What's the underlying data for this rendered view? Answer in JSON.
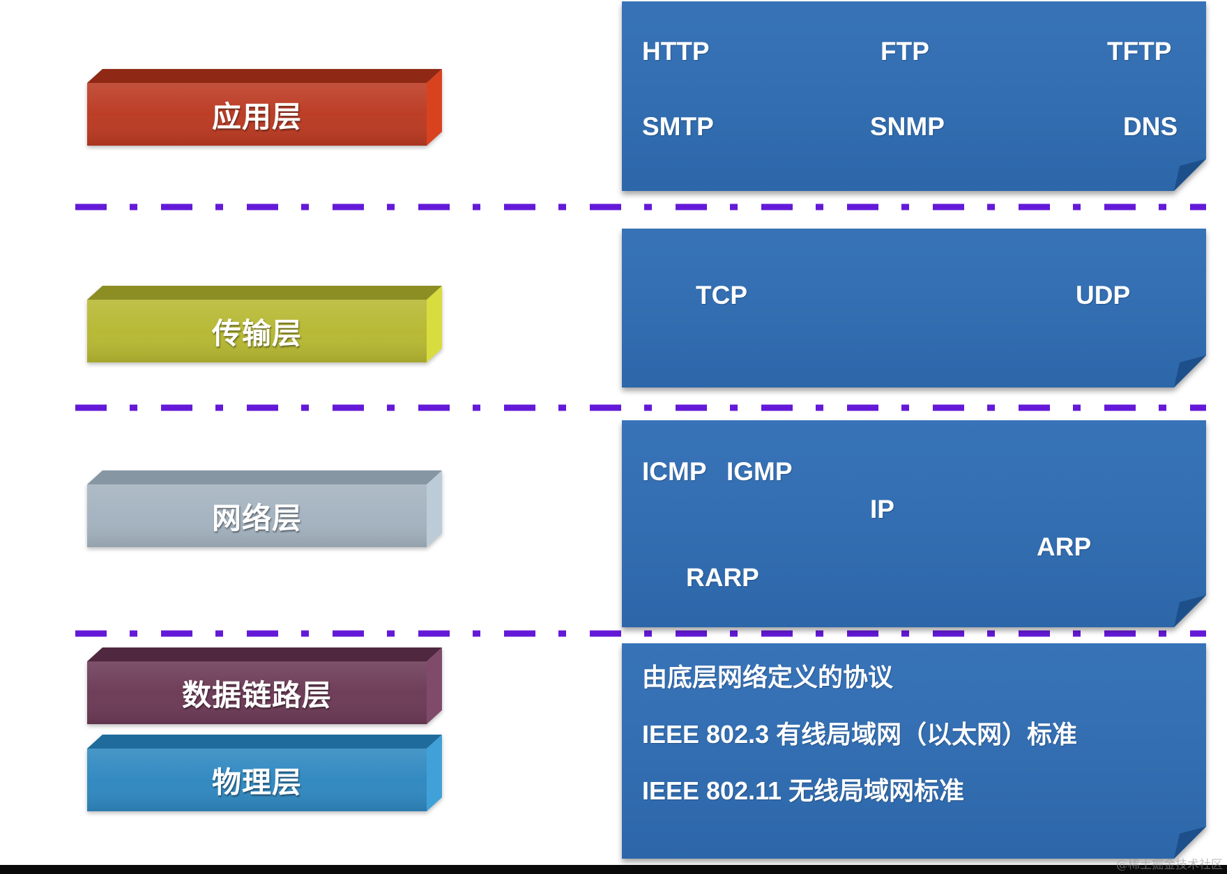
{
  "layers": [
    {
      "label": "应用层",
      "front": "#bb3a22",
      "top": "#8f2915",
      "side": "#d9421f"
    },
    {
      "label": "传输层",
      "front": "#b6b832",
      "top": "#8c8e24",
      "side": "#d9dc3f"
    },
    {
      "label": "网络层",
      "front": "#a4b3c0",
      "top": "#8796a3",
      "side": "#bccbd8"
    },
    {
      "label": "数据链路层",
      "front": "#6c3a56",
      "top": "#4f2840",
      "side": "#804a6a"
    },
    {
      "label": "物理层",
      "front": "#2f88c0",
      "top": "#1f6b9c",
      "side": "#40a1d8"
    }
  ],
  "panels": {
    "application": {
      "protocols": [
        "HTTP",
        "FTP",
        "TFTP",
        "SMTP",
        "SNMP",
        "DNS"
      ]
    },
    "transport": {
      "protocols": [
        "TCP",
        "UDP"
      ]
    },
    "network": {
      "protocols": [
        "ICMP",
        "IGMP",
        "IP",
        "ARP",
        "RARP"
      ]
    },
    "link_physical": {
      "lines": [
        "由底层网络定义的协议",
        "IEEE 802.3 有线局域网（以太网）标准",
        "IEEE 802.11 无线局域网标准"
      ]
    }
  },
  "colors": {
    "panel": "#2f6db4",
    "fold": "#1d4f8b",
    "divider": "#6419d8"
  },
  "watermark": "@稀土掘金技术社区"
}
